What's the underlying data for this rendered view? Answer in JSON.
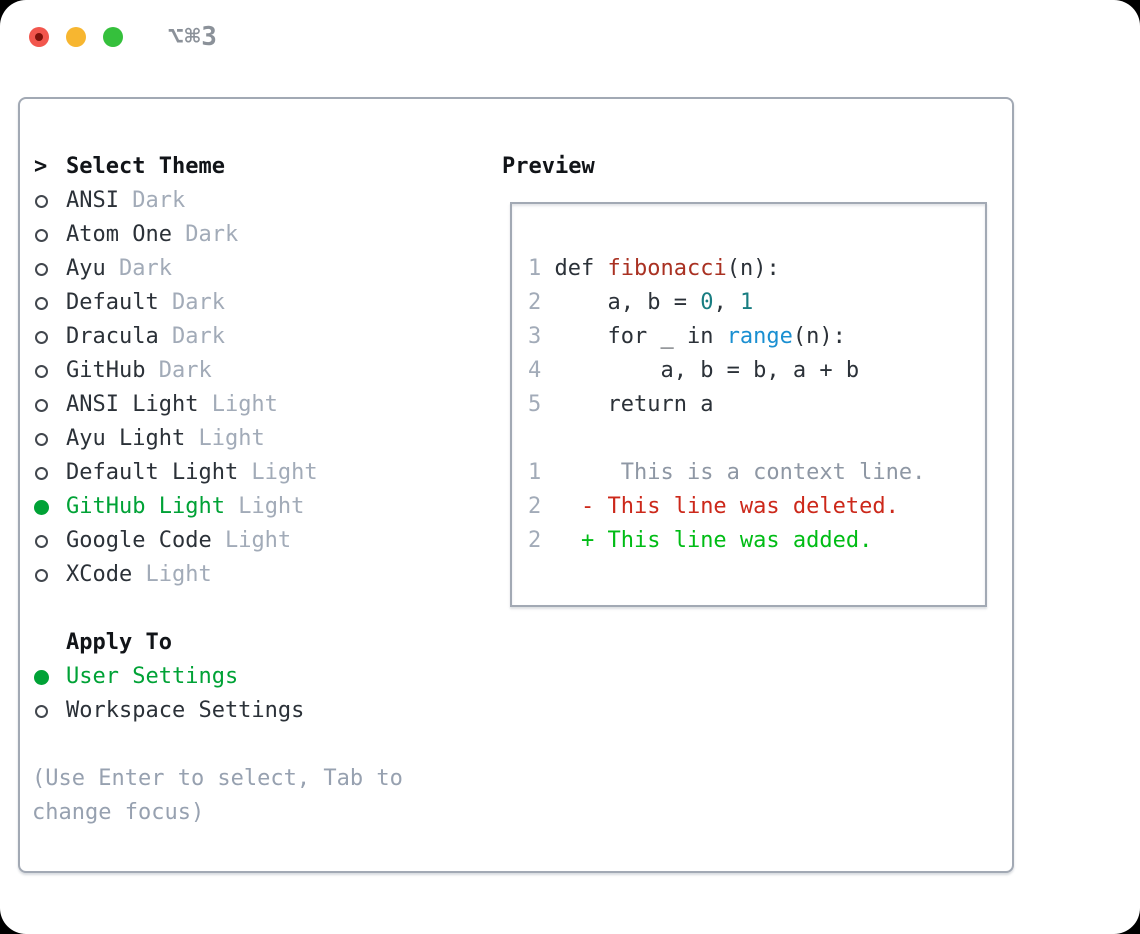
{
  "window": {
    "title": "⌥⌘3"
  },
  "colors": {
    "accent_green": "#00a236",
    "added_green": "#00bc15",
    "deleted_red": "#cc281a",
    "function_red": "#a93122",
    "builtin_blue": "#1a8fd1",
    "number_teal": "#187d81",
    "muted_gray": "#a2abb8",
    "hint_gray": "#97a1b0",
    "border_gray": "#a2a9b4",
    "traffic_red": "#f2564d",
    "traffic_yellow": "#f7b630",
    "traffic_green": "#35c03c"
  },
  "theme_panel": {
    "header_prefix": ">",
    "header_label": "Select Theme",
    "themes": [
      {
        "name": "ANSI",
        "variant": "Dark",
        "selected": false
      },
      {
        "name": "Atom One",
        "variant": "Dark",
        "selected": false
      },
      {
        "name": "Ayu",
        "variant": "Dark",
        "selected": false
      },
      {
        "name": "Default",
        "variant": "Dark",
        "selected": false
      },
      {
        "name": "Dracula",
        "variant": "Dark",
        "selected": false
      },
      {
        "name": "GitHub",
        "variant": "Dark",
        "selected": false
      },
      {
        "name": "ANSI Light",
        "variant": "Light",
        "selected": false
      },
      {
        "name": "Ayu Light",
        "variant": "Light",
        "selected": false
      },
      {
        "name": "Default Light",
        "variant": "Light",
        "selected": false
      },
      {
        "name": "GitHub Light",
        "variant": "Light",
        "selected": true
      },
      {
        "name": "Google Code",
        "variant": "Light",
        "selected": false
      },
      {
        "name": "XCode",
        "variant": "Light",
        "selected": false
      }
    ],
    "apply_to_label": "Apply To",
    "apply_options": [
      {
        "name": "User Settings",
        "selected": true
      },
      {
        "name": "Workspace Settings",
        "selected": false
      }
    ],
    "hint_lines": [
      "(Use Enter to select, Tab to",
      "change focus)"
    ]
  },
  "preview_panel": {
    "label": "Preview",
    "code_lines": [
      {
        "num": "1",
        "parts": [
          {
            "t": " def ",
            "c": "p"
          },
          {
            "t": "fibonacci",
            "c": "fn"
          },
          {
            "t": "(n):",
            "c": "p"
          }
        ]
      },
      {
        "num": "2",
        "parts": [
          {
            "t": "     a, b = ",
            "c": "p"
          },
          {
            "t": "0",
            "c": "nm"
          },
          {
            "t": ", ",
            "c": "p"
          },
          {
            "t": "1",
            "c": "nm"
          }
        ]
      },
      {
        "num": "3",
        "parts": [
          {
            "t": "     for _ in ",
            "c": "p"
          },
          {
            "t": "range",
            "c": "bi"
          },
          {
            "t": "(n):",
            "c": "p"
          }
        ]
      },
      {
        "num": "4",
        "parts": [
          {
            "t": "         a, b = b, a + b",
            "c": "p"
          }
        ]
      },
      {
        "num": "5",
        "parts": [
          {
            "t": "     return a",
            "c": "p"
          }
        ]
      },
      {
        "num": "",
        "parts": []
      },
      {
        "num": "1",
        "parts": [
          {
            "t": "      This is a context line.",
            "c": "ctx"
          }
        ]
      },
      {
        "num": "2",
        "parts": [
          {
            "t": "   - This line was deleted.",
            "c": "del"
          }
        ]
      },
      {
        "num": "2",
        "parts": [
          {
            "t": "   + This line was added.",
            "c": "add"
          }
        ]
      }
    ]
  }
}
